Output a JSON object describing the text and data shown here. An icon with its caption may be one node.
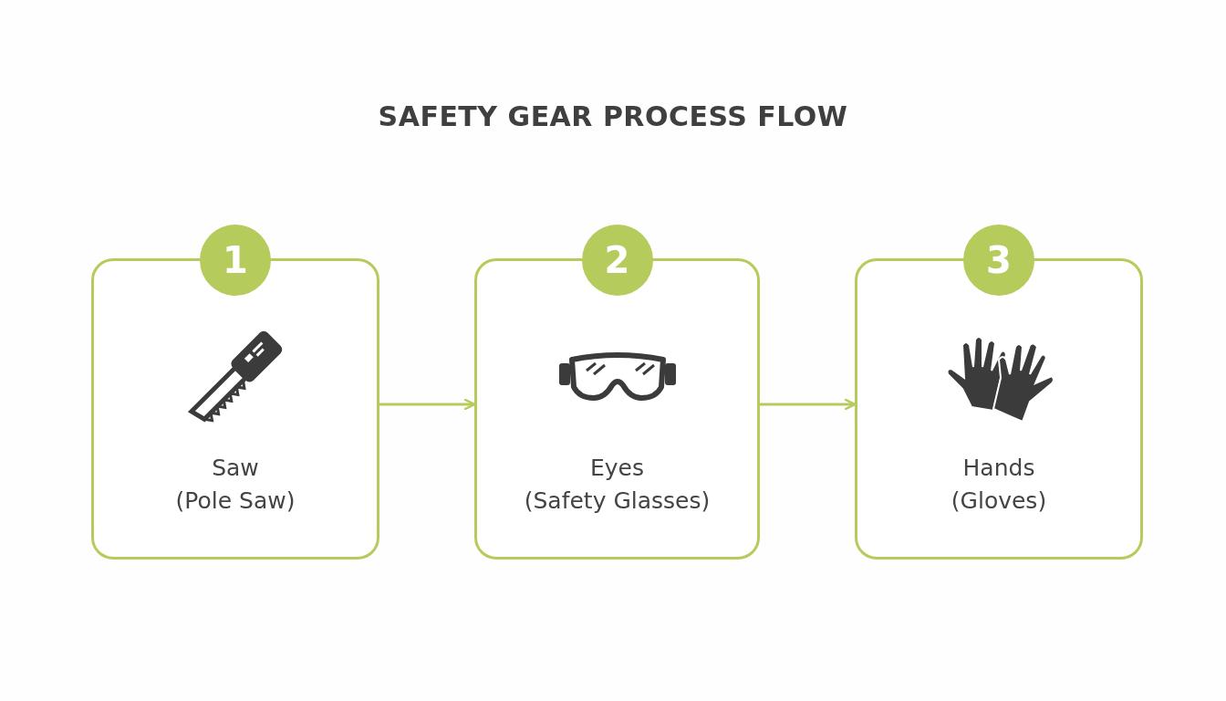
{
  "diagram": {
    "title": "SAFETY GEAR PROCESS FLOW",
    "nodes": [
      {
        "text": [
          "1",
          "Saw",
          "(Pole Saw)"
        ]
      },
      {
        "text": [
          "2",
          "Eyes",
          "(Safety Glasses)"
        ]
      },
      {
        "text": [
          "3",
          "Hands",
          "(Gloves)"
        ]
      }
    ],
    "edges": [
      {
        "from": 0,
        "to": 1,
        "arrow": "to"
      },
      {
        "from": 1,
        "to": 2,
        "arrow": "to"
      }
    ]
  }
}
